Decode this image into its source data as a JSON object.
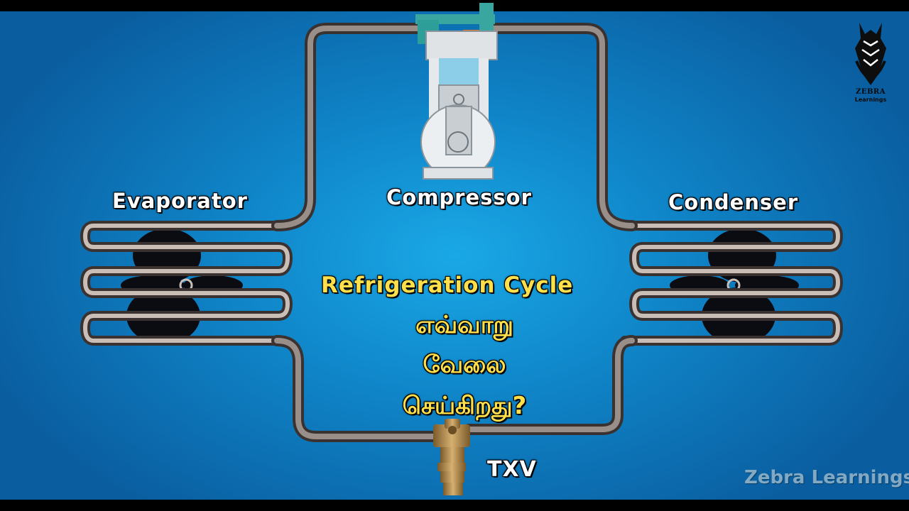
{
  "labels": {
    "evaporator": "Evaporator",
    "compressor": "Compressor",
    "condenser": "Condenser",
    "txv": "TXV"
  },
  "title": {
    "english": "Refrigeration Cycle",
    "tamil_line1": "எவ்வாறு",
    "tamil_line2": "வேலை",
    "tamil_line3": "செய்கிறது?"
  },
  "logo": {
    "brand": "ZEBRA",
    "sub": "Learnings",
    "icon": "zebra-head-icon"
  },
  "watermark": "Zebra Learnings",
  "colors": {
    "background": "#0f85c8",
    "label_text": "#ffffff",
    "title_text": "#ffe04a",
    "pipe": "#7a6e68",
    "valve": "#b08a4a"
  }
}
